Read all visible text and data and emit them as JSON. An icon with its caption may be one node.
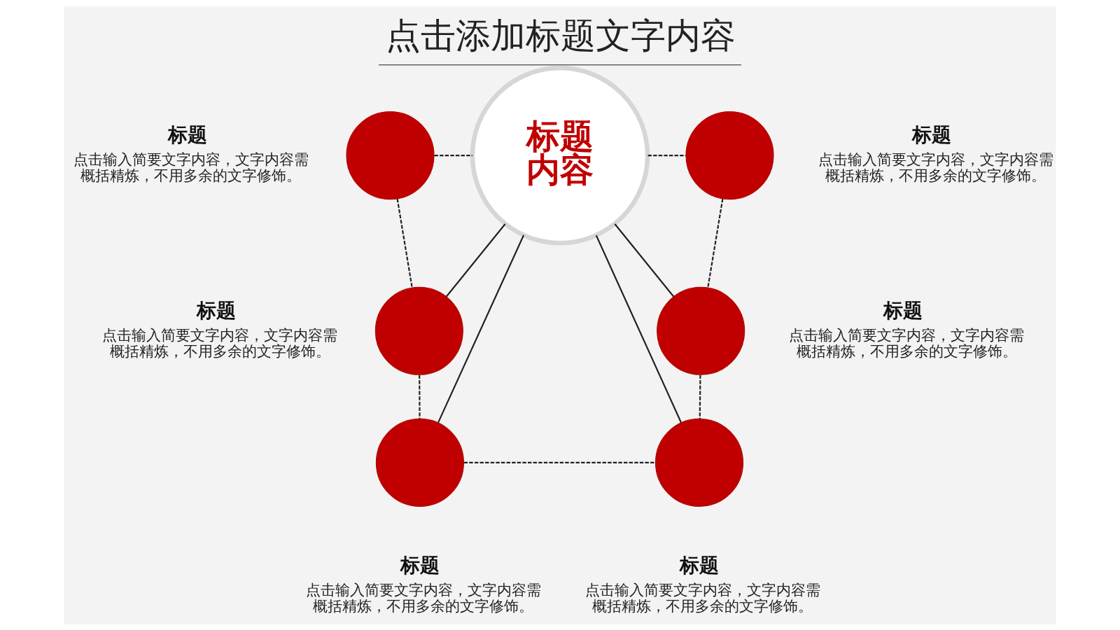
{
  "diagram": {
    "title": "点击添加标题文字内容",
    "nodes": [
      {
        "text": [
          "标题内容"
        ]
      },
      {
        "text": [],
        "shape": "circle",
        "beside": [
          "标题",
          "点击输入简要文字内容，文字内容需概括精炼，不用多余的文字修饰。"
        ]
      },
      {
        "text": [],
        "shape": "circle",
        "beside": [
          "标题",
          "点击输入简要文字内容，文字内容需概括精炼，不用多余的文字修饰。"
        ]
      },
      {
        "text": [],
        "shape": "circle",
        "beside": [
          "标题",
          "点击输入简要文字内容，文字内容需概括精炼，不用多余的文字修饰。"
        ]
      },
      {
        "text": [],
        "shape": "circle",
        "beside": [
          "标题",
          "点击输入简要文字内容，文字内容需概括精炼，不用多余的文字修饰。"
        ]
      },
      {
        "text": [],
        "shape": "circle",
        "beside": [
          "标题",
          "点击输入简要文字内容，文字内容需概括精炼，不用多余的文字修饰。"
        ]
      },
      {
        "text": [],
        "shape": "circle",
        "beside": [
          "标题",
          "点击输入简要文字内容，文字内容需概括精炼，不用多余的文字修饰。"
        ]
      }
    ],
    "edges": [
      {
        "from": 1,
        "to": 0,
        "arrow": "none",
        "style": "dashed"
      },
      {
        "from": 0,
        "to": 6,
        "arrow": "none",
        "style": "dashed"
      },
      {
        "from": 0,
        "to": 2,
        "arrow": "none"
      },
      {
        "from": 0,
        "to": 3,
        "arrow": "none"
      },
      {
        "from": 0,
        "to": 4,
        "arrow": "none"
      },
      {
        "from": 0,
        "to": 5,
        "arrow": "none"
      },
      {
        "from": 1,
        "to": 2,
        "arrow": "none",
        "style": "dashed"
      },
      {
        "from": 2,
        "to": 3,
        "arrow": "none",
        "style": "dashed"
      },
      {
        "from": 3,
        "to": 4,
        "arrow": "none",
        "style": "dashed"
      },
      {
        "from": 5,
        "to": 4,
        "arrow": "none",
        "style": "dashed"
      },
      {
        "from": 6,
        "to": 5,
        "arrow": "none",
        "style": "dashed"
      }
    ]
  }
}
